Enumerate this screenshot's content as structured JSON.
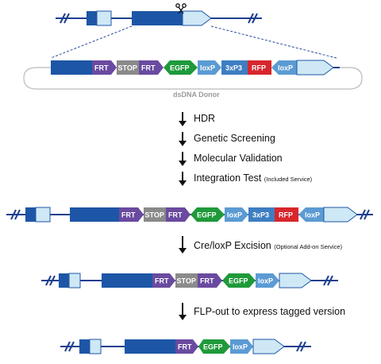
{
  "colors": {
    "backbone": "#1f3f8f",
    "exon_dark": "#1d56a6",
    "exon_light": "#cfe8f6",
    "frt": "#6a4aa0",
    "stop": "#8a8a8a",
    "egfp": "#1e9a3a",
    "loxp": "#5b9bd3",
    "p3x3": "#3d7ec2",
    "rfp": "#d8262c",
    "dashed": "#2b4b9b",
    "donor_ring": "#bbbbbb",
    "donor_label": "#9a9a9a"
  },
  "icons": [
    "scissors-icon"
  ],
  "labels": {
    "frt": "FRT",
    "stop": "STOP",
    "egfp": "EGFP",
    "loxp": "loxP",
    "p3x3": "3xP3",
    "rfp": "RFP",
    "donor": "dsDNA Donor"
  },
  "steps": {
    "hdr": "HDR",
    "screening": "Genetic Screening",
    "validation": "Molecular Validation",
    "integration": "Integration Test",
    "integration_note": "(Included Service)",
    "cre": "Cre/loxP Excision",
    "cre_note": "(Optional Add-on Service)",
    "flp": "FLP-out to express tagged version"
  }
}
